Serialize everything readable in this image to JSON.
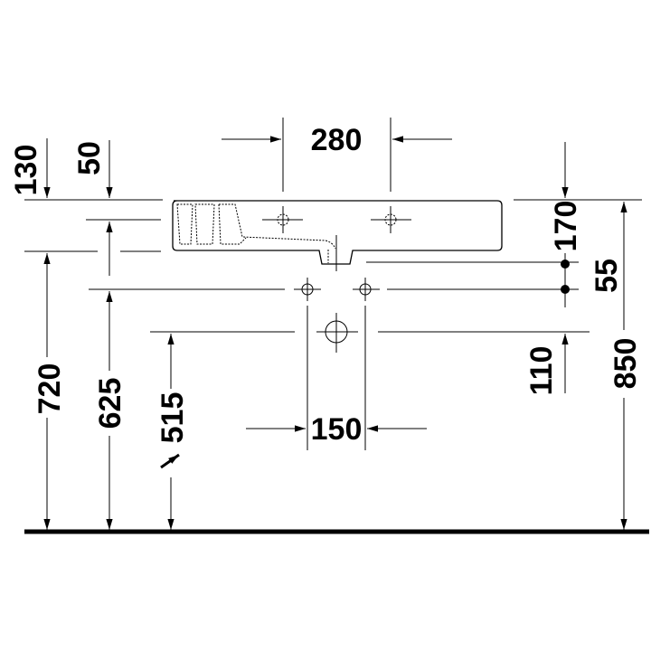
{
  "drawing": {
    "type": "washbasin installation dimensions (front elevation)",
    "colors": {
      "line": "#000000",
      "background": "#ffffff"
    }
  },
  "dimensions": {
    "tap_hole_spacing": "280",
    "drain_spacing": "150",
    "top_to_holes_left": "130",
    "top_to_overflow_left": "50",
    "basin_height_right": "170",
    "drain_offset": "55",
    "waste_offset": "110",
    "floor_to_bottom": "720",
    "floor_to_mid": "625",
    "floor_to_waste": "515",
    "floor_to_top": "850"
  }
}
